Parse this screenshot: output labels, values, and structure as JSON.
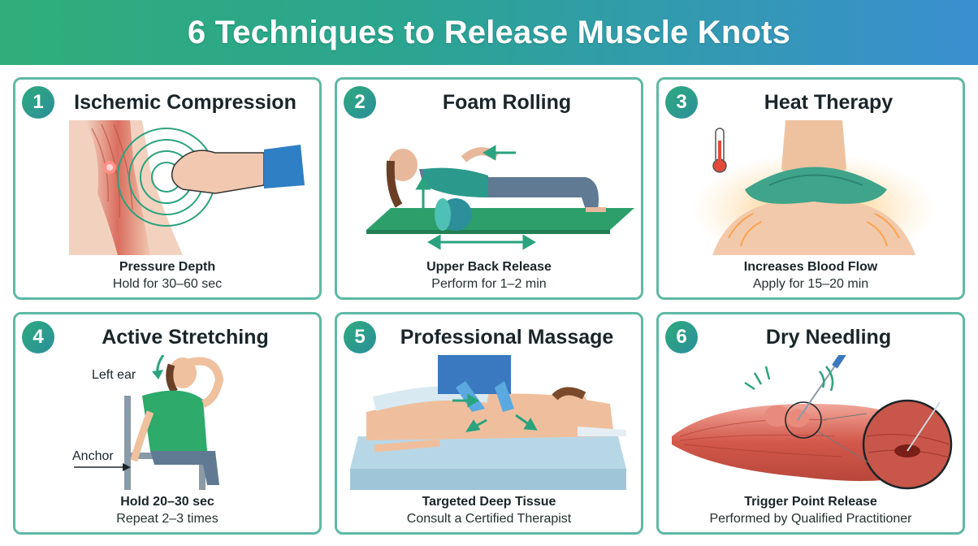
{
  "title": "6 Techniques to Release Muscle Knots",
  "colors": {
    "accent": "#2ba58f",
    "border": "#5fb9a4",
    "heading_gradient_end": "#3a8fd0"
  },
  "cards": [
    {
      "number": "1",
      "title": "Ischemic Compression",
      "caption": "Pressure Depth",
      "detail": "Hold for 30–60 sec",
      "icon": "thumb-pressure-icon"
    },
    {
      "number": "2",
      "title": "Foam Rolling",
      "caption": "Upper Back Release",
      "detail": "Perform for 1–2 min",
      "icon": "foam-roller-icon"
    },
    {
      "number": "3",
      "title": "Heat Therapy",
      "caption": "Increases Blood Flow",
      "detail": "Apply for 15–20 min",
      "icon": "heat-wrap-icon"
    },
    {
      "number": "4",
      "title": "Active Stretching",
      "caption": "Hold 20–30 sec",
      "detail": "Repeat 2–3 times",
      "icon": "neck-stretch-icon",
      "labels": {
        "ear": "Left ear",
        "anchor": "Anchor"
      }
    },
    {
      "number": "5",
      "title": "Professional Massage",
      "caption": "Targeted Deep Tissue",
      "detail": "Consult a Certified Therapist",
      "icon": "massage-icon"
    },
    {
      "number": "6",
      "title": "Dry Needling",
      "caption": "Trigger Point Release",
      "detail": "Performed by Qualified Practitioner",
      "icon": "needle-icon"
    }
  ]
}
